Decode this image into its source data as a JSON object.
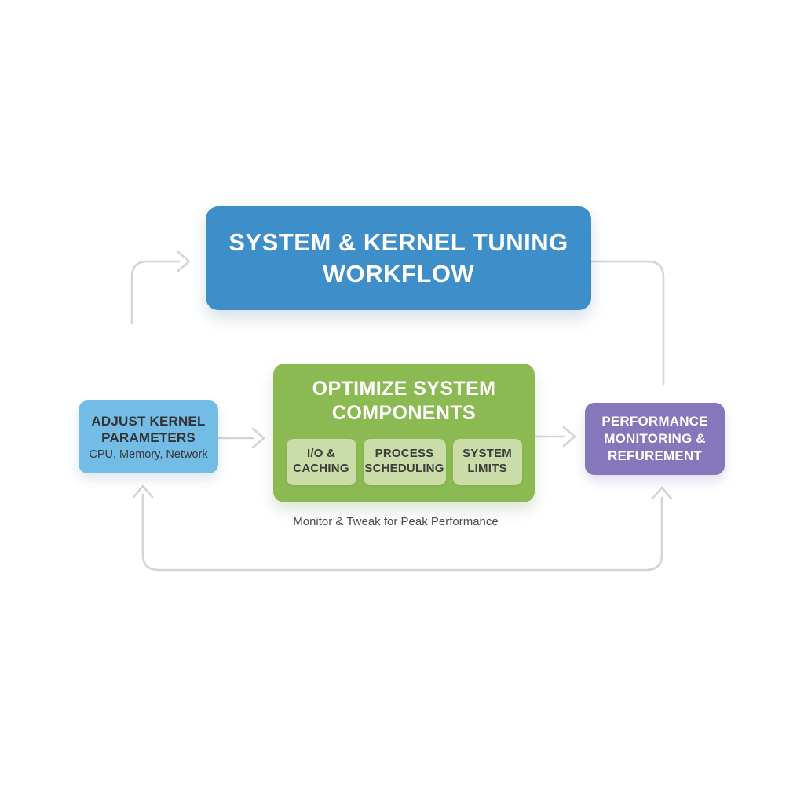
{
  "colors": {
    "blue": "#3e8ec9",
    "light-blue": "#73bce5",
    "green": "#8bba53",
    "light-green": "#cadda8",
    "purple": "#8677bd",
    "arrow": "#d4d4d4",
    "ink": "#333333",
    "heading-light": "#ffffff",
    "bg": "#ffffff"
  },
  "diagram": {
    "title_box": {
      "label": "SYSTEM & KERNEL TUNING WORKFLOW"
    },
    "adjust_box": {
      "title": "ADJUST KERNEL PARAMETERS",
      "subtitle": "CPU, Memory, Network"
    },
    "optimize_box": {
      "title": "OPTIMIZE SYSTEM COMPONENTS",
      "sub_items": [
        {
          "label": "I/O & CACHING"
        },
        {
          "label": "PROCESS SCHEDULING"
        },
        {
          "label": "SYSTEM LIMITS"
        }
      ]
    },
    "monitor_box": {
      "title": "PERFORMANCE MONITORING & REFUREMENT"
    },
    "caption": "Monitor & Tweak for Peak Performance"
  }
}
